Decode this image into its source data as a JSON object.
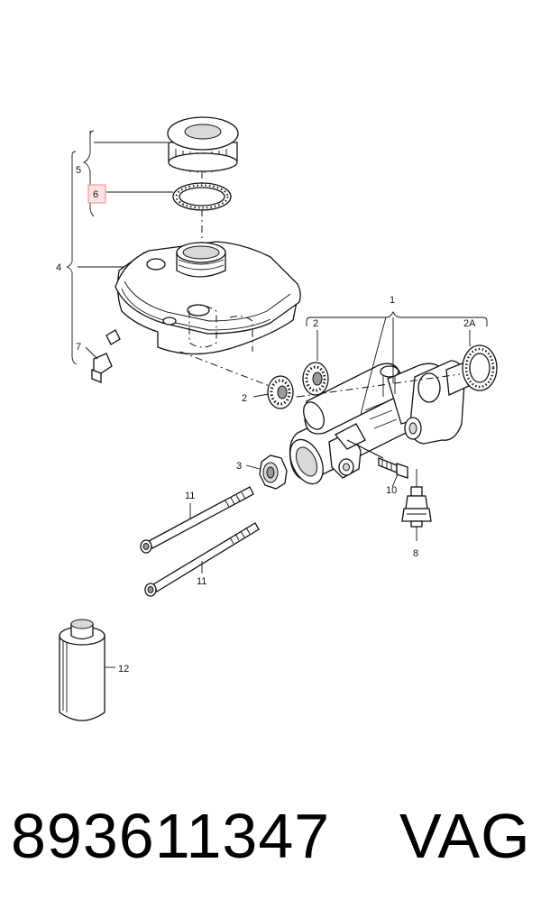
{
  "labels": {
    "l1": "1",
    "l2a": "2",
    "l2b": "2",
    "l2A": "2A",
    "l3": "3",
    "l4": "4",
    "l5": "5",
    "l6": "6",
    "l7": "7",
    "l8": "8",
    "l10": "10",
    "l11a": "11",
    "l11b": "11",
    "l12": "12"
  },
  "highlight_color": "#e88a8a",
  "footer": {
    "part_number": "893611347",
    "brand": "VAG"
  }
}
